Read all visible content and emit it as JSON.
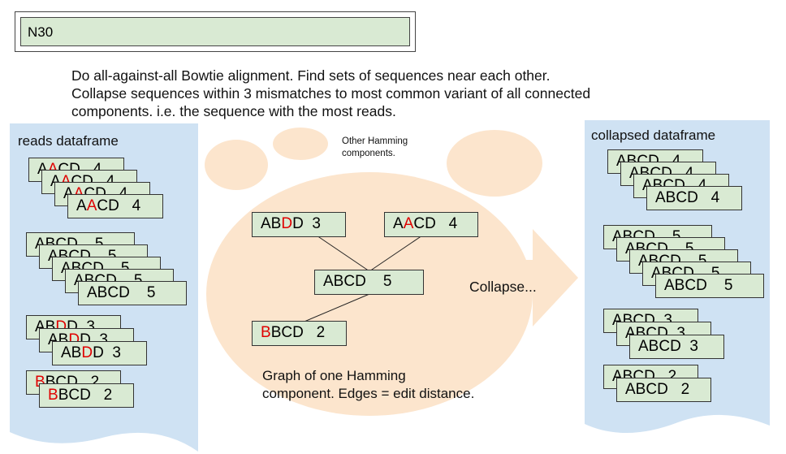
{
  "title": "N30",
  "description": "Do all-against-all Bowtie alignment. Find sets of sequences near each other.\nCollapse sequences within 3 mismatches to most common variant of all connected\ncomponents. i.e. the sequence with the most reads.",
  "left_panel": {
    "label": "reads dataframe",
    "groups": [
      {
        "cards": [
          {
            "pre": "A",
            "mm": "A",
            "post": "CD   4"
          },
          {
            "pre": "A",
            "mm": "A",
            "post": "CD   4"
          },
          {
            "pre": "A",
            "mm": "A",
            "post": "CD   4"
          },
          {
            "pre": "A",
            "mm": "A",
            "post": "CD   4"
          }
        ]
      },
      {
        "cards": [
          {
            "pre": "ABCD    5",
            "mm": "",
            "post": ""
          },
          {
            "pre": "ABCD    5",
            "mm": "",
            "post": ""
          },
          {
            "pre": "ABCD    5",
            "mm": "",
            "post": ""
          },
          {
            "pre": "ABCD    5",
            "mm": "",
            "post": ""
          },
          {
            "pre": "ABCD    5",
            "mm": "",
            "post": ""
          }
        ]
      },
      {
        "cards": [
          {
            "pre": "AB",
            "mm": "D",
            "post": "D  3"
          },
          {
            "pre": "AB",
            "mm": "D",
            "post": "D  3"
          },
          {
            "pre": "AB",
            "mm": "D",
            "post": "D  3"
          }
        ]
      },
      {
        "cards": [
          {
            "pre": "",
            "mm": "B",
            "post": "BCD   2"
          },
          {
            "pre": "",
            "mm": "B",
            "post": "BCD   2"
          }
        ]
      }
    ]
  },
  "graph": {
    "other_components_label": "Other Hamming\ncomponents.",
    "nodes": [
      {
        "pre": "AB",
        "mm": "D",
        "post": "D  3"
      },
      {
        "pre": "A",
        "mm": "A",
        "post": "CD   4"
      },
      {
        "pre": "ABCD    5",
        "mm": "",
        "post": ""
      },
      {
        "pre": "",
        "mm": "B",
        "post": "BCD   2"
      }
    ],
    "caption": "Graph of one Hamming\ncomponent. Edges = edit distance."
  },
  "arrow_label": "Collapse...",
  "right_panel": {
    "label": "collapsed dataframe",
    "groups": [
      {
        "cards": [
          "ABCD   4",
          "ABCD   4",
          "ABCD   4",
          "ABCD   4"
        ]
      },
      {
        "cards": [
          "ABCD    5",
          "ABCD    5",
          "ABCD    5",
          "ABCD    5",
          "ABCD    5"
        ]
      },
      {
        "cards": [
          "ABCD  3",
          "ABCD  3",
          "ABCD  3"
        ]
      },
      {
        "cards": [
          "ABCD   2",
          "ABCD   2"
        ]
      }
    ]
  },
  "colors": {
    "card_fill": "#d9ead3",
    "panel_fill": "#cfe2f3",
    "blob_fill": "#fce5cd",
    "mismatch": "#e00000"
  }
}
